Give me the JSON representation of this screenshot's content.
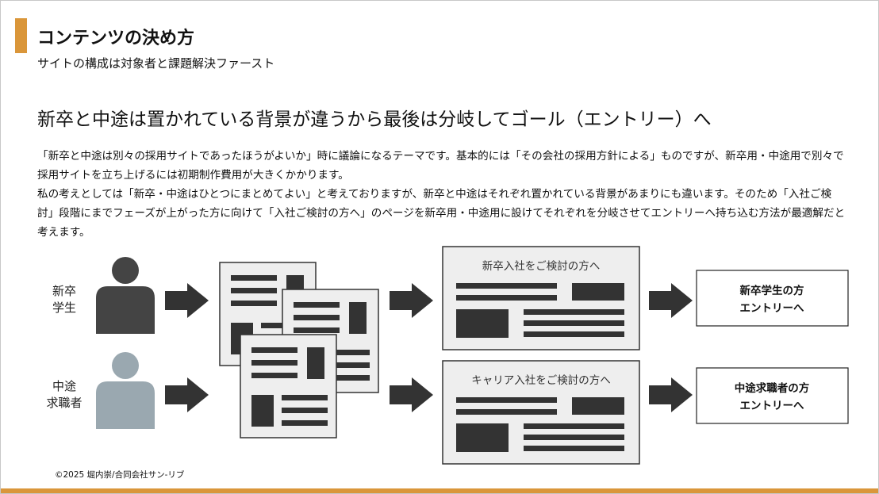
{
  "title": "コンテンツの決め方",
  "subtitle": "サイトの構成は対象者と課題解決ファースト",
  "heading": "新卒と中途は置かれている背景が違うから最後は分岐してゴール（エントリー）へ",
  "paragraphs": [
    "「新卒と中途は別々の採用サイトであったほうがよいか」時に議論になるテーマです。基本的には「その会社の採用方針による」ものですが、新卒用・中途用で別々で採用サイトを立ち上げるには初期制作費用が大きくかかります。",
    "私の考えとしては「新卒・中途はひとつにまとめてよい」と考えておりますが、新卒と中途はそれぞれ置かれている背景があまりにも違います。そのため「入社ご検討」段階にまでフェーズが上がった方に向けて「入社ご検討の方へ」のページを新卒用・中途用に設けてそれぞれを分岐させてエントリーへ持ち込む方法が最適解だと考えます。"
  ],
  "diagram": {
    "new_grad_label": [
      "新卒",
      "学生"
    ],
    "career_label": [
      "中途",
      "求職者"
    ],
    "new_grad_page_title": "新卒入社をご検討の方へ",
    "career_page_title": "キャリア入社をご検討の方へ",
    "new_grad_entry": [
      "新卒学生の方",
      "エントリーへ"
    ],
    "career_entry": [
      "中途求職者の方",
      "エントリーへ"
    ]
  },
  "copyright": "©2025 堀内崇/合同会社サン-リブ",
  "colors": {
    "accent": "#DA963A",
    "person_new": "#444444",
    "person_career": "#9AA8B0"
  }
}
